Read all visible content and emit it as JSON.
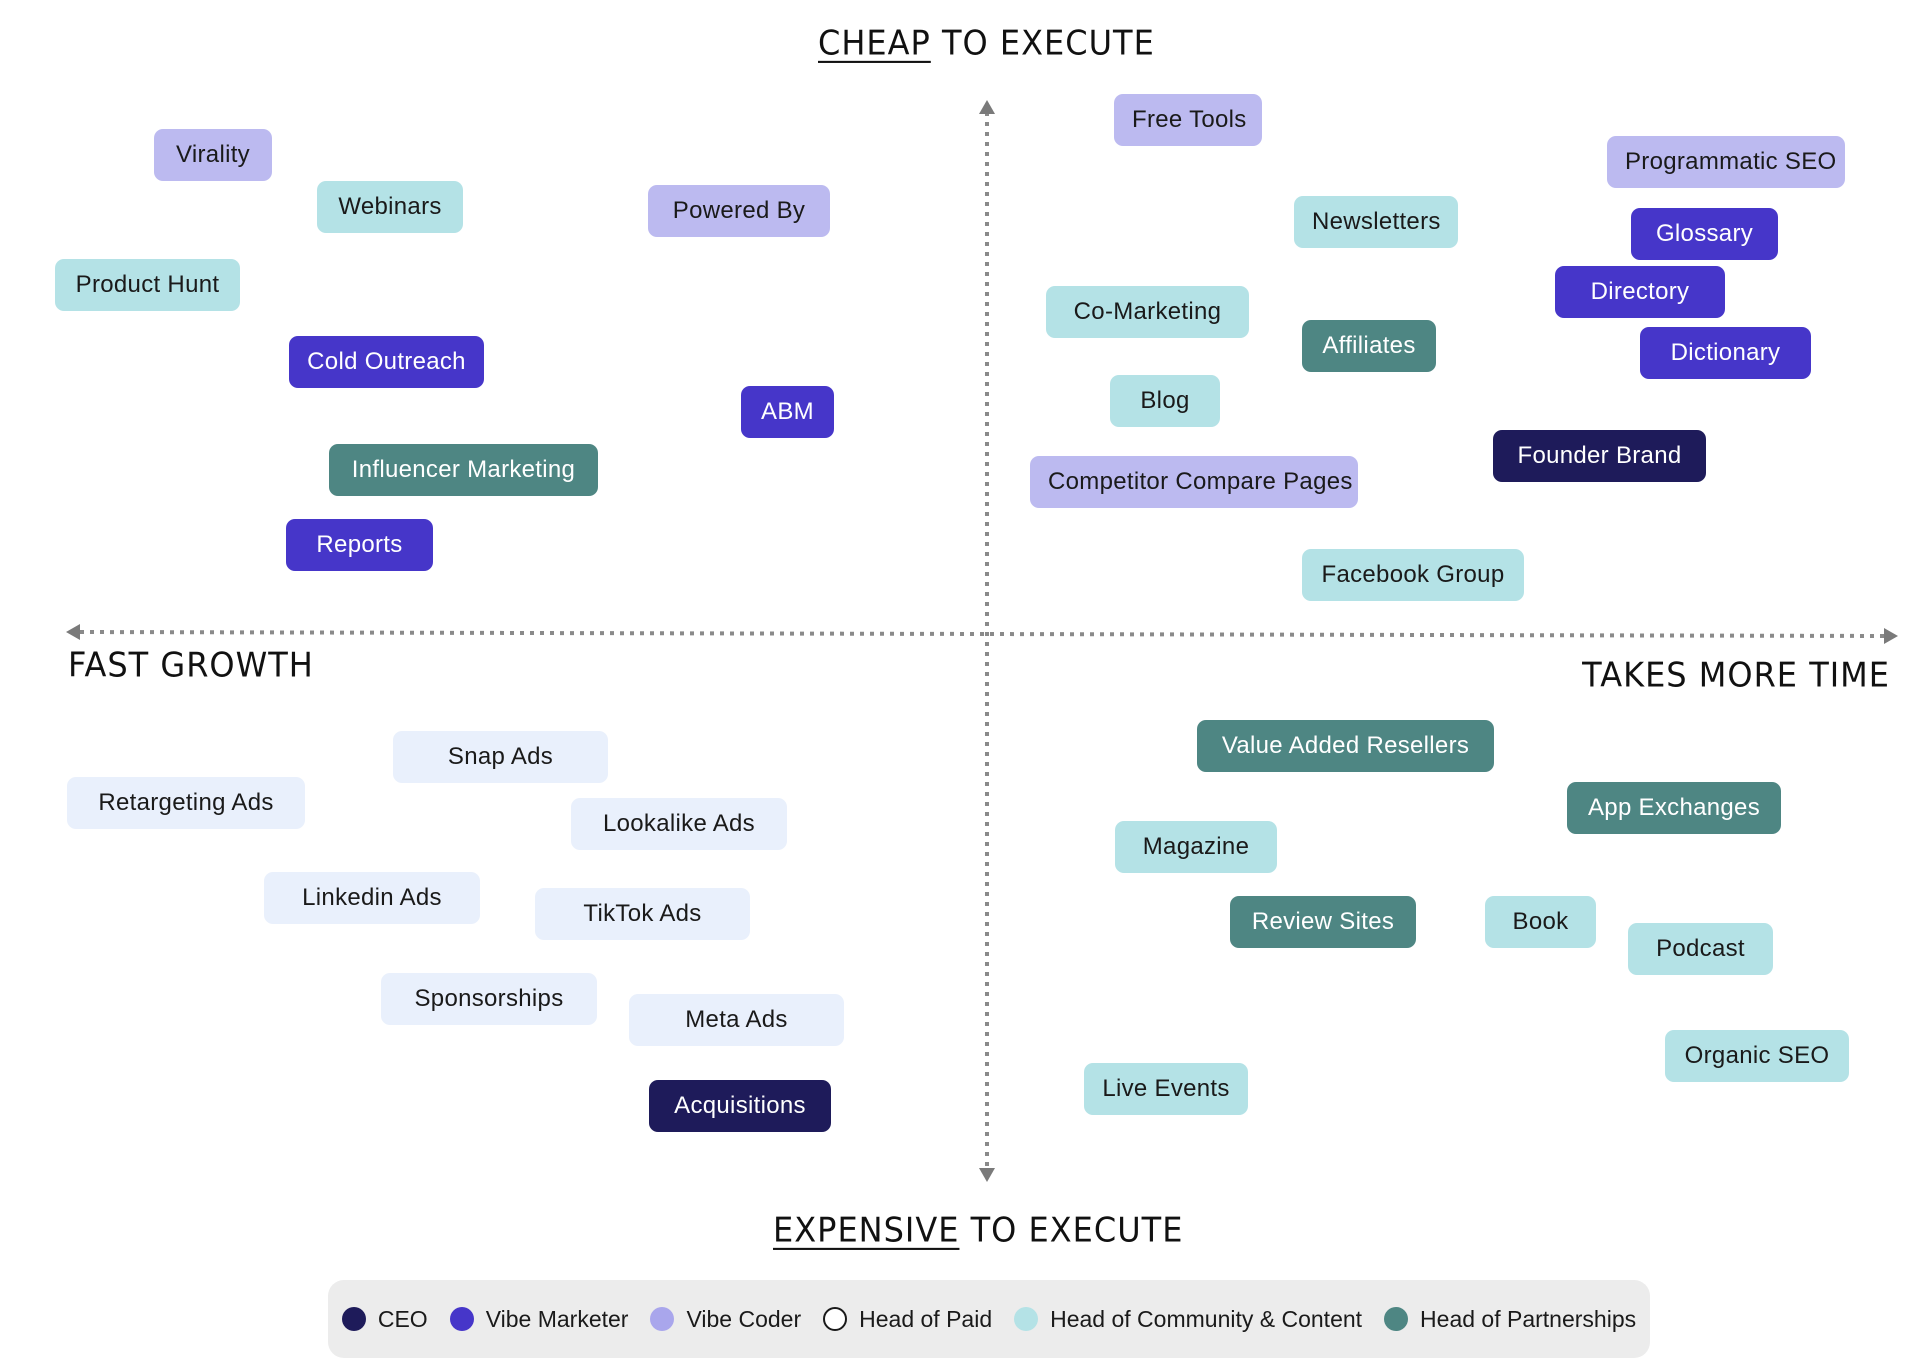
{
  "axes": {
    "top": {
      "emph": "CHEAP",
      "rest": " TO EXECUTE"
    },
    "bottom": {
      "emph": "EXPENSIVE",
      "rest": " TO EXECUTE"
    },
    "left": "FAST GROWTH",
    "right": "TAKES MORE TIME"
  },
  "roles": {
    "ceo": {
      "label": "CEO",
      "color": "#1e1b5a"
    },
    "vibem": {
      "label": "Vibe Marketer",
      "color": "#4636c9"
    },
    "vibec": {
      "label": "Vibe Coder",
      "color": "#bcbaf0"
    },
    "paid": {
      "label": "Head of Paid",
      "color": "#ffffff"
    },
    "comm": {
      "label": "Head of Community & Content",
      "color": "#b4e2e6"
    },
    "part": {
      "label": "Head of Partnerships",
      "color": "#4e8683"
    }
  },
  "tags": {
    "virality": "Virality",
    "webinars": "Webinars",
    "powered_by": "Powered By",
    "product_hunt": "Product Hunt",
    "cold_outreach": "Cold Outreach",
    "abm": "ABM",
    "influencer_marketing": "Influencer Marketing",
    "reports": "Reports",
    "free_tools": "Free Tools",
    "programmatic_seo": "Programmatic SEO",
    "newsletters": "Newsletters",
    "glossary": "Glossary",
    "directory": "Directory",
    "co_marketing": "Co-Marketing",
    "affiliates": "Affiliates",
    "dictionary": "Dictionary",
    "blog": "Blog",
    "founder_brand": "Founder Brand",
    "competitor_compare": "Competitor Compare Pages",
    "facebook_group": "Facebook Group",
    "snap_ads": "Snap Ads",
    "retargeting_ads": "Retargeting Ads",
    "lookalike_ads": "Lookalike Ads",
    "linkedin_ads": "Linkedin Ads",
    "tiktok_ads": "TikTok Ads",
    "sponsorships": "Sponsorships",
    "meta_ads": "Meta Ads",
    "acquisitions": "Acquisitions",
    "value_added_resellers": "Value Added Resellers",
    "app_exchanges": "App Exchanges",
    "magazine": "Magazine",
    "review_sites": "Review Sites",
    "book": "Book",
    "podcast": "Podcast",
    "organic_seo": "Organic SEO",
    "live_events": "Live Events"
  }
}
